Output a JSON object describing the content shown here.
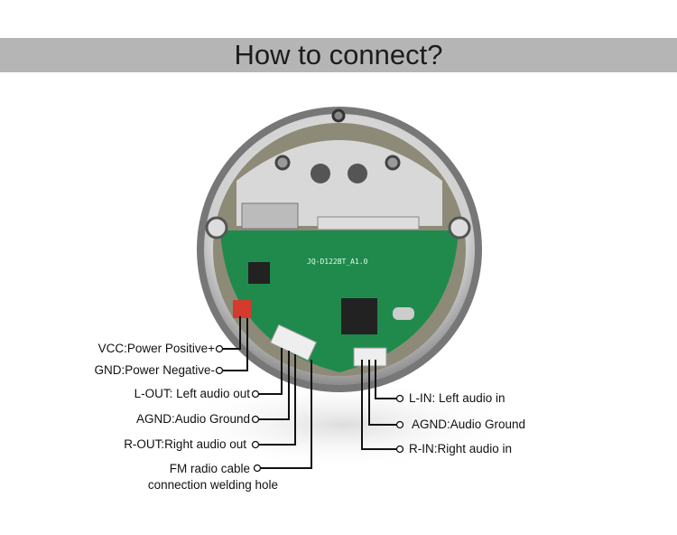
{
  "title": "How to connect?",
  "board_marking": "JQ-D122BT_A1.0",
  "left_labels": [
    {
      "id": "vcc",
      "text": "VCC:Power Positive+"
    },
    {
      "id": "gnd",
      "text": "GND:Power Negative-"
    },
    {
      "id": "lout",
      "text": "L-OUT: Left audio out"
    },
    {
      "id": "agnd-out",
      "text": "AGND:Audio Ground"
    },
    {
      "id": "rout",
      "text": "R-OUT:Right audio out"
    },
    {
      "id": "fm",
      "text": "FM radio cable",
      "text2": "connection welding hole"
    }
  ],
  "right_labels": [
    {
      "id": "lin",
      "text": "L-IN: Left audio in"
    },
    {
      "id": "agnd-in",
      "text": "AGND:Audio Ground"
    },
    {
      "id": "rin",
      "text": "R-IN:Right audio in"
    }
  ],
  "colors": {
    "banner": "#b5b5b5",
    "pcb": "#1f8a4c",
    "housing": "#c9c9c9",
    "connector": "#d63a2c"
  }
}
